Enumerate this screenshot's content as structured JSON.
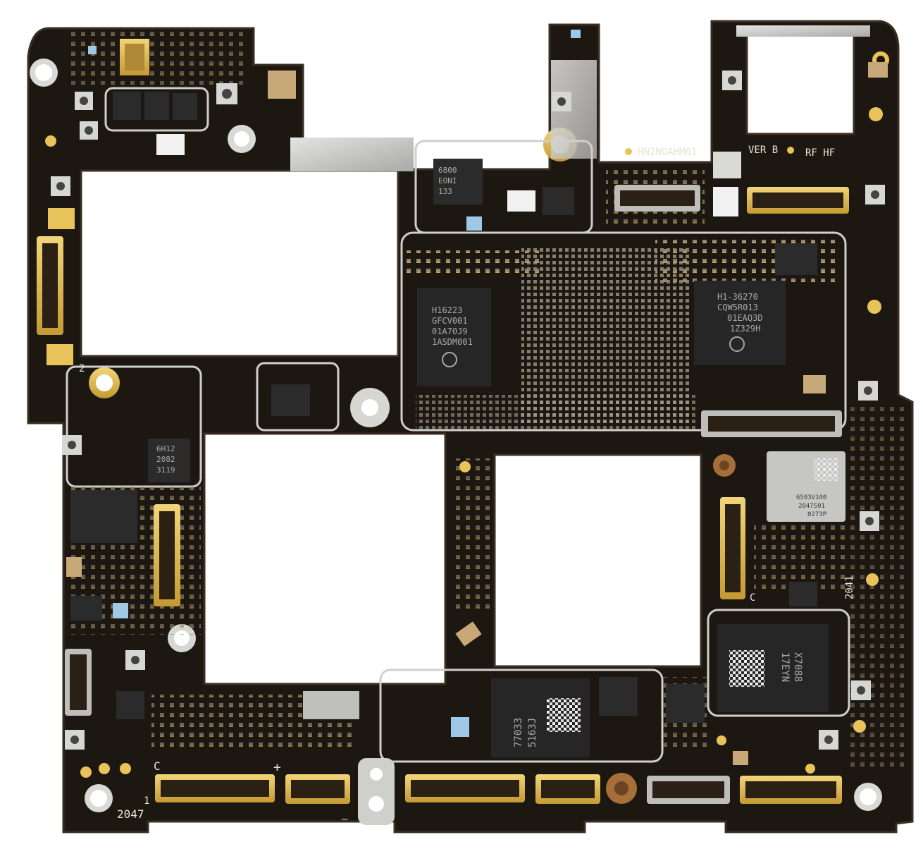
{
  "board": {
    "silkscreen": {
      "model": "HN2NOAHM01",
      "version": "VER B",
      "rf": "RF HF",
      "pin_2": "2",
      "label_c_bottom": "C",
      "label_1": "1",
      "code_2047": "2047",
      "plus": "+",
      "minus": "—",
      "code_2041": "2041",
      "label_c_right": "C"
    },
    "chips": {
      "chip_6800": [
        "6800",
        "EONI",
        "133"
      ],
      "chip_h16223": [
        "H16223",
        "GFCV001",
        "01A70J9",
        "1ASDM001"
      ],
      "chip_h1_3627": [
        "H1-36270",
        "CQW5R013",
        "01EAQ3D",
        "1Z329H"
      ],
      "chip_6h12": [
        "6H12",
        "2082",
        "3119"
      ],
      "chip_6503": [
        "6503V100",
        "2047S01",
        "0273P"
      ],
      "chip_x7088": [
        "X7088",
        "17EYN"
      ],
      "chip_77033": [
        "77033",
        "5163J"
      ]
    },
    "colors": {
      "pcb": "#1d1712",
      "pcb_edge": "#3a2e22",
      "gold": "#e8c35a",
      "shield": "#c9c9c6",
      "chip": "#2b2b2b",
      "silkscreen": "#e9e4d2"
    },
    "icons": [
      "logo-icon",
      "mounting-hole-icon",
      "rf-test-point-icon",
      "board-connector-icon"
    ]
  }
}
